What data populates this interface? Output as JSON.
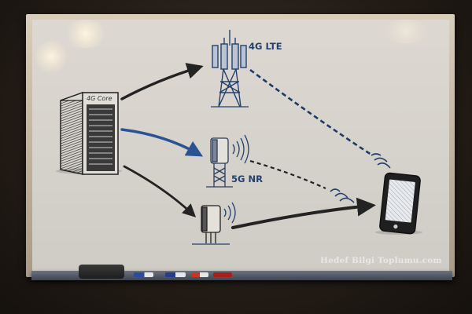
{
  "scene": {
    "description": "Hand-drawn whiteboard sketch of a mobile network: 4G Core connecting to 4G LTE tower, 5G NR cell and a small cell, all linking to a smartphone",
    "colors": {
      "ink_dark": "#232323",
      "ink_blue": "#24416e",
      "arrow_blue": "#2a5394",
      "board": "#d8d3cc",
      "frame": "#c9bca8"
    }
  },
  "diagram": {
    "core_label": "4G Core",
    "lte_label": "4G LTE",
    "nr_label": "5G NR",
    "nodes": [
      "core-server",
      "lte-tower",
      "nr-cell",
      "small-cell",
      "smartphone"
    ]
  },
  "watermark": "Hedef Bilgi Toplumu.com",
  "tray_items": [
    "eraser",
    "blue-marker",
    "blue-marker",
    "red-marker",
    "red-marker"
  ]
}
